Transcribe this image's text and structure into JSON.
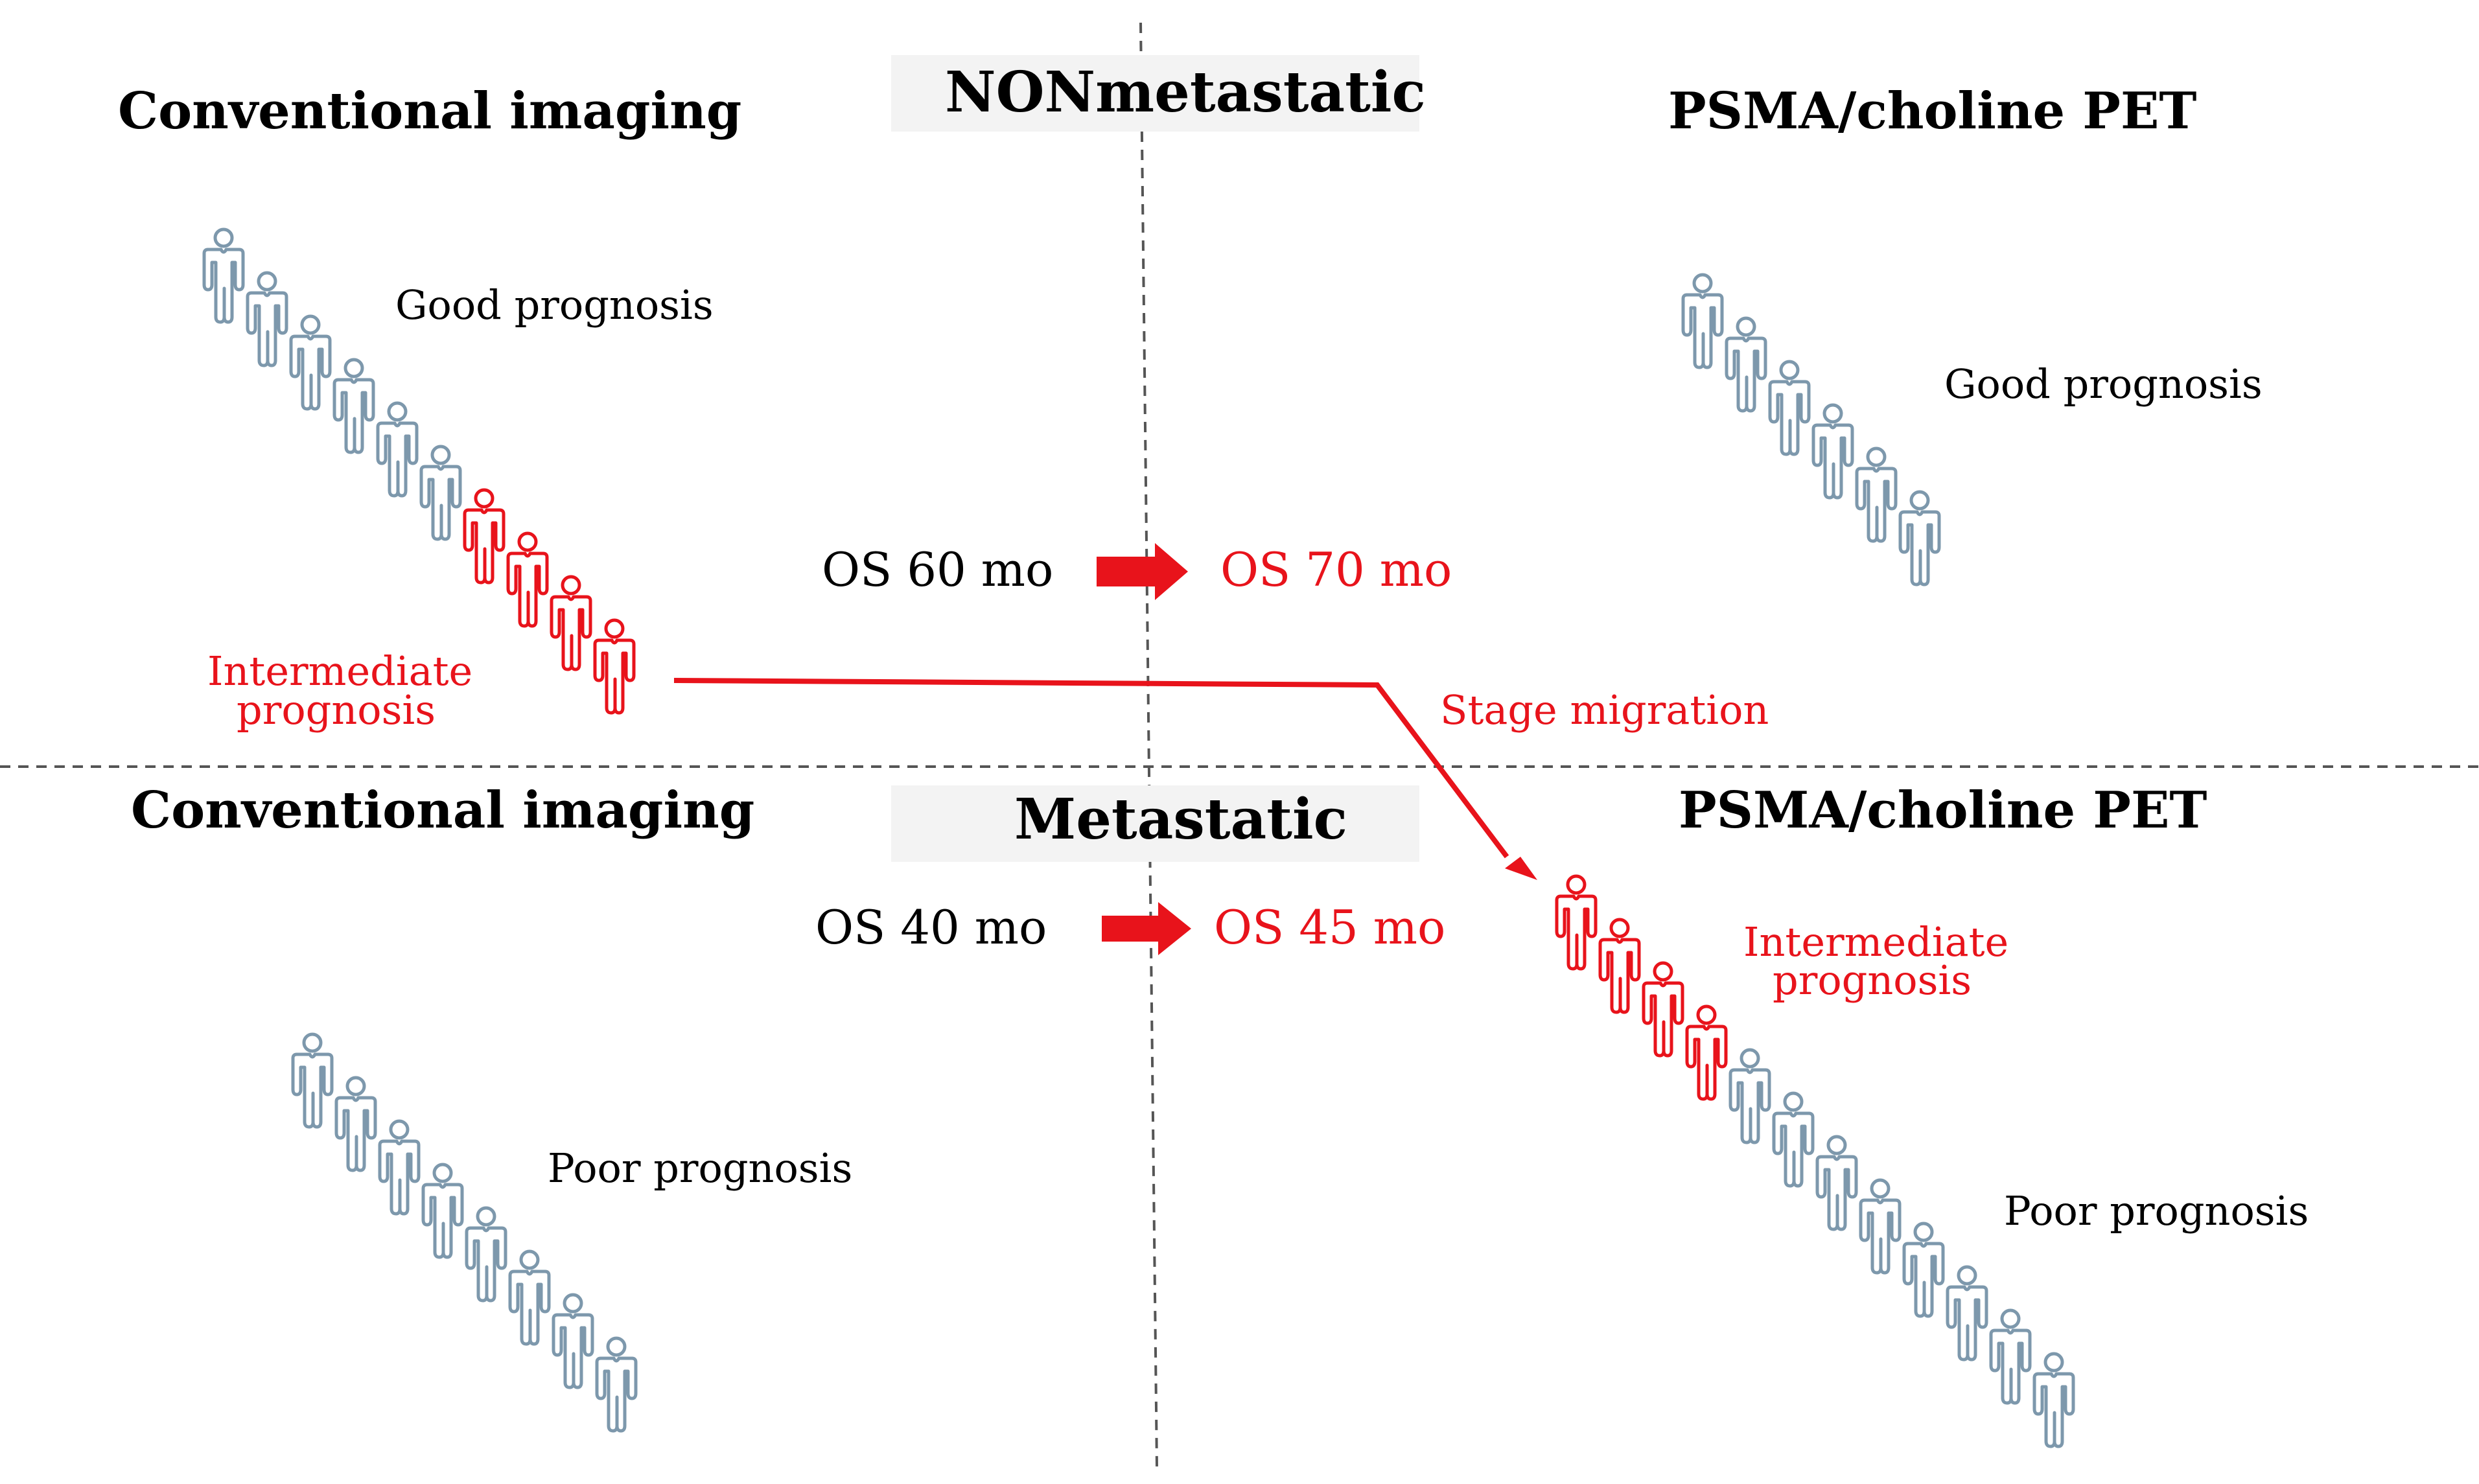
{
  "top": {
    "center_title": "NONmetastatic",
    "left_header": "Conventional imaging",
    "right_header": "PSMA/choline PET",
    "left_good_label": "Good prognosis",
    "left_intermediate_label_line1": "Intermediate",
    "left_intermediate_label_line2": "prognosis",
    "right_good_label": "Good prognosis",
    "os_before": "OS 60 mo",
    "os_after": "OS 70 mo"
  },
  "bottom": {
    "center_title": "Metastatic",
    "left_header": "Conventional imaging",
    "right_header": "PSMA/choline PET",
    "left_poor_label": "Poor prognosis",
    "right_intermediate_label_line1": "Intermediate",
    "right_intermediate_label_line2": "prognosis",
    "right_poor_label": "Poor prognosis",
    "os_before": "OS 40 mo",
    "os_after": "OS 45 mo"
  },
  "migration_label": "Stage migration",
  "colors": {
    "figure_blue": "#7d98ac",
    "figure_red": "#e8131b",
    "text_red": "#e8131b",
    "divider": "#555555"
  },
  "groups": {
    "top_left": {
      "blue_count": 6,
      "red_count": 4
    },
    "top_right": {
      "blue_count": 6,
      "red_count": 0
    },
    "bottom_left": {
      "blue_count": 8,
      "red_count": 0
    },
    "bottom_right": {
      "red_count": 4,
      "blue_count": 8
    }
  }
}
